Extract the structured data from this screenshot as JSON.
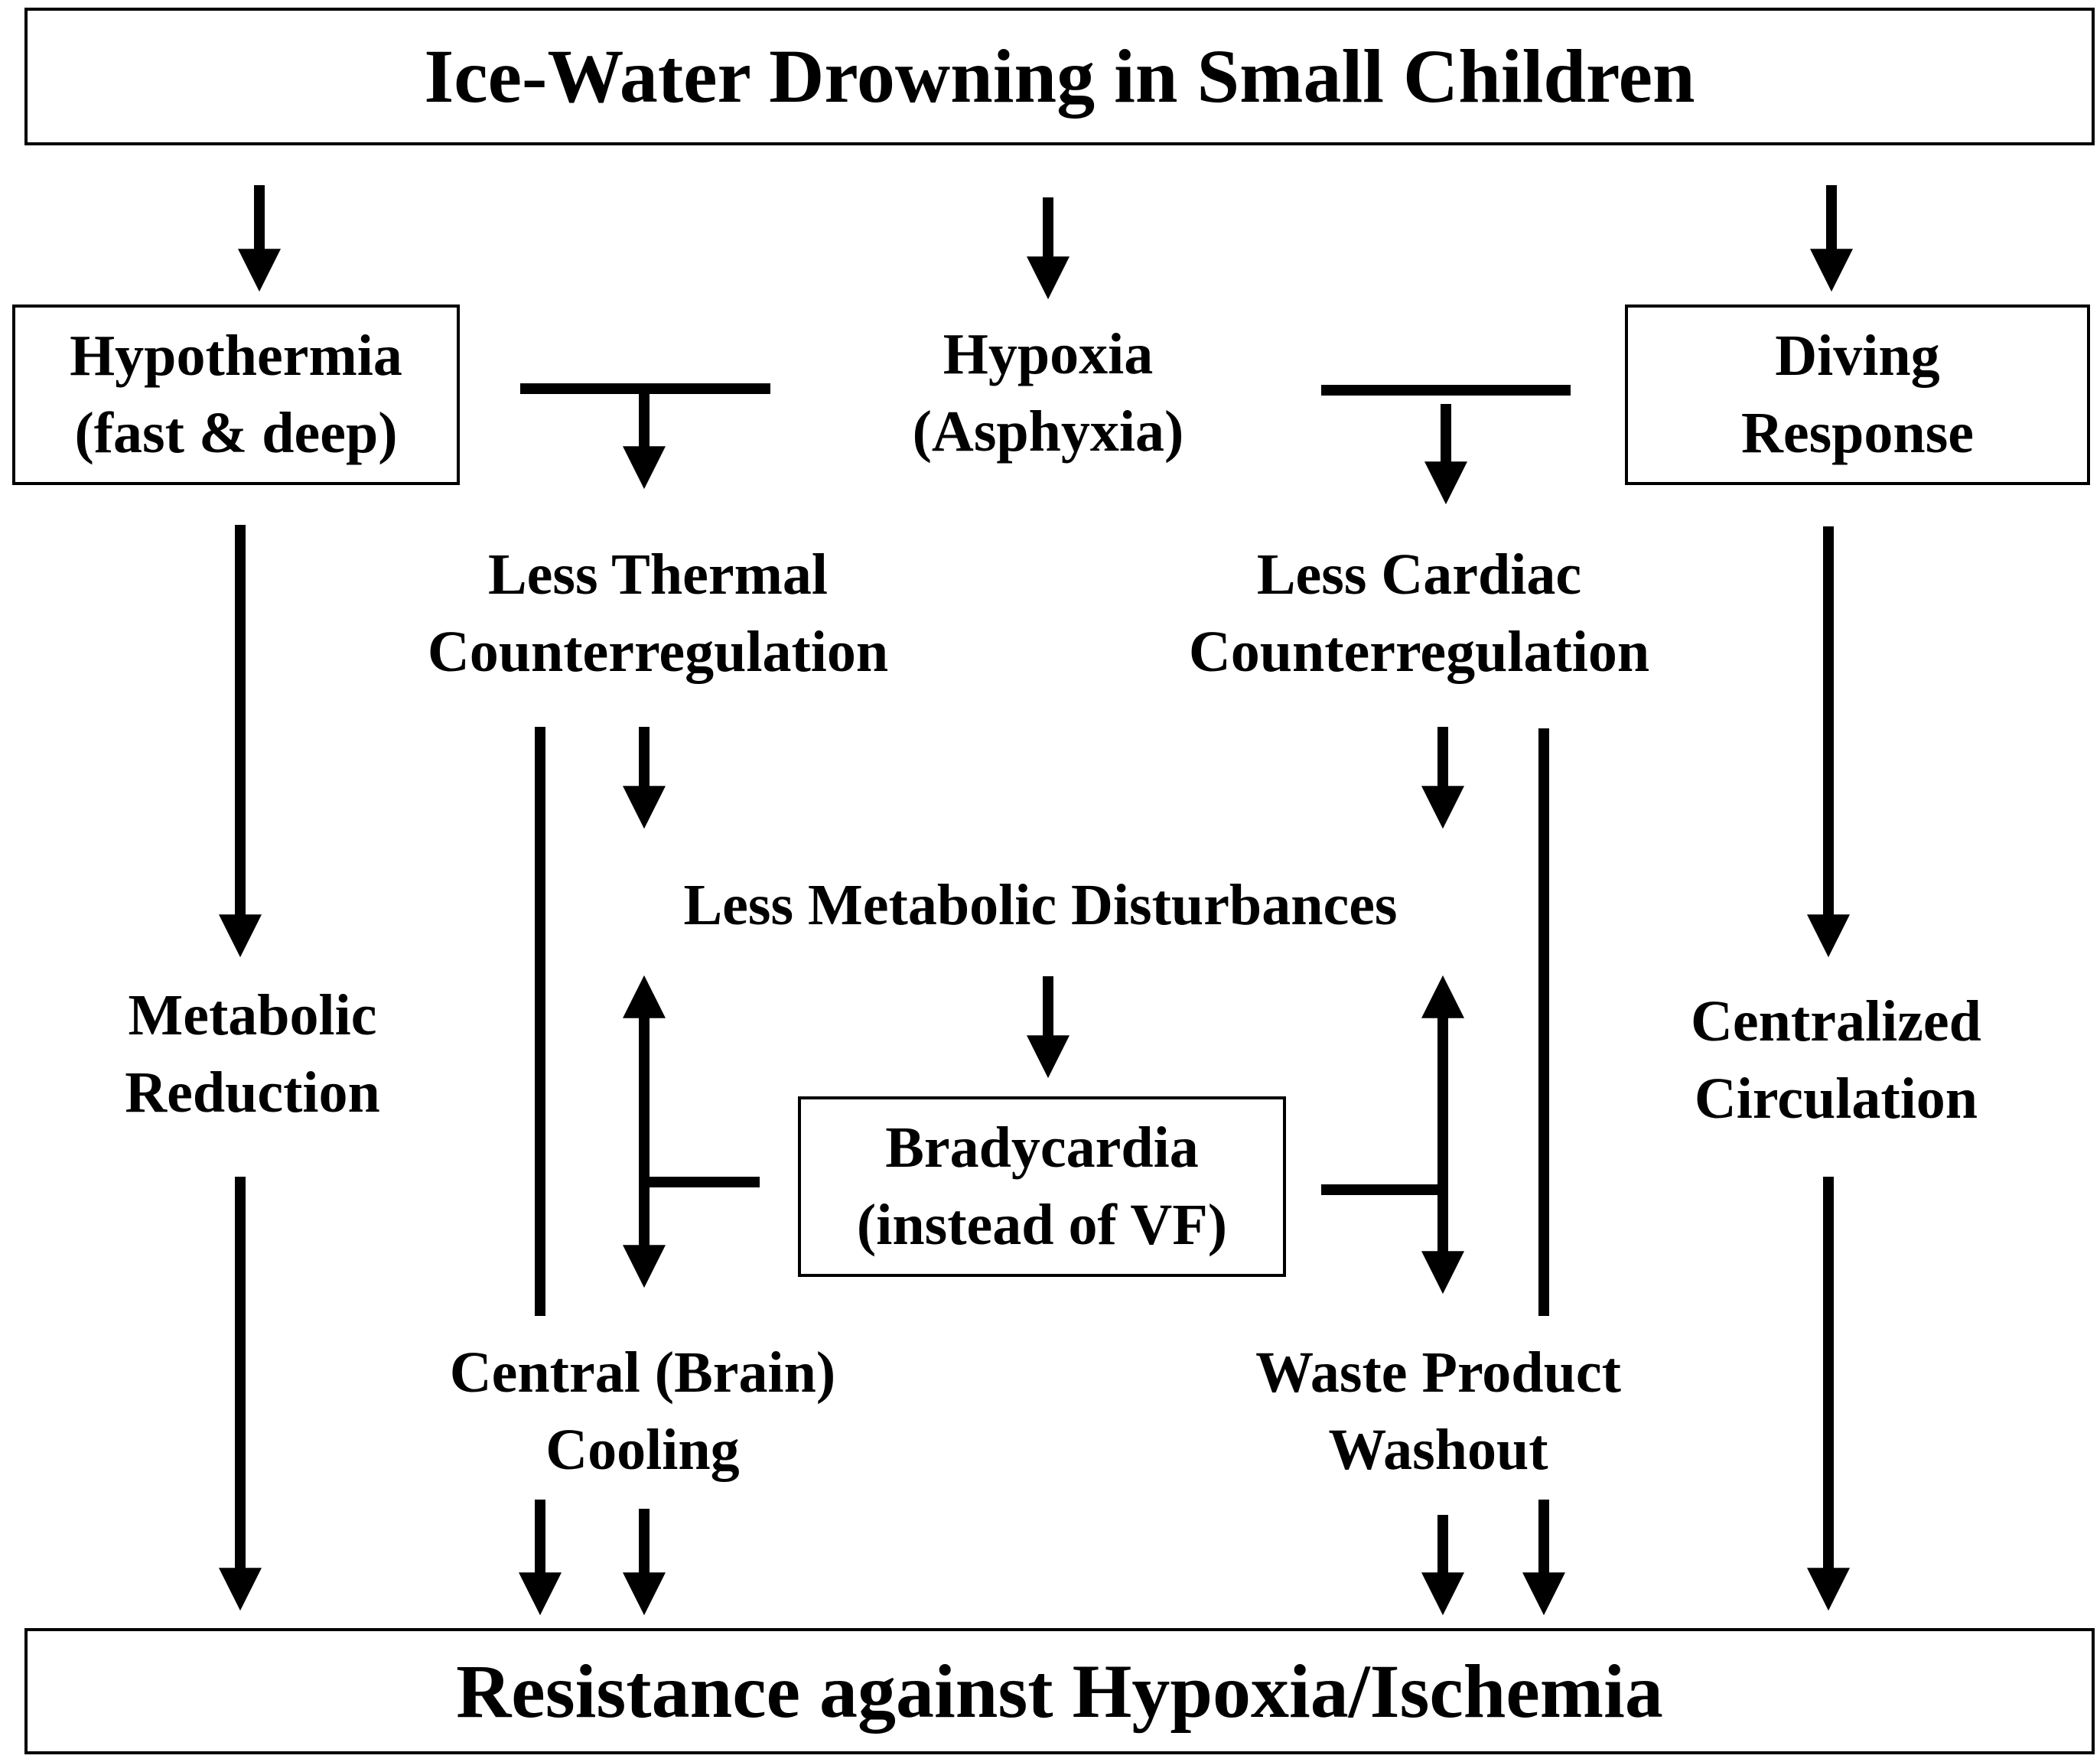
{
  "diagram": {
    "title": "Ice-Water Drowning in Small Children",
    "causes": {
      "hypothermia": [
        "Hypothermia",
        "(fast & deep)"
      ],
      "hypoxia": [
        "Hypoxia",
        "(Asphyxia)"
      ],
      "diving_response": [
        "Diving",
        "Response"
      ]
    },
    "intermediate": {
      "less_thermal": [
        "Less Thermal",
        "Counterregulation"
      ],
      "less_cardiac": [
        "Less Cardiac",
        "Counterregulation"
      ],
      "less_metabolic": "Less Metabolic Disturbances",
      "metabolic_reduction": [
        "Metabolic",
        "Reduction"
      ],
      "centralized_circulation": [
        "Centralized",
        "Circulation"
      ],
      "bradycardia": [
        "Bradycardia",
        "(instead of VF)"
      ],
      "central_cooling": [
        "Central (Brain)",
        "Cooling"
      ],
      "waste_washout": [
        "Waste Product",
        "Washout"
      ]
    },
    "outcome": "Resistance against Hypoxia/Ischemia"
  }
}
